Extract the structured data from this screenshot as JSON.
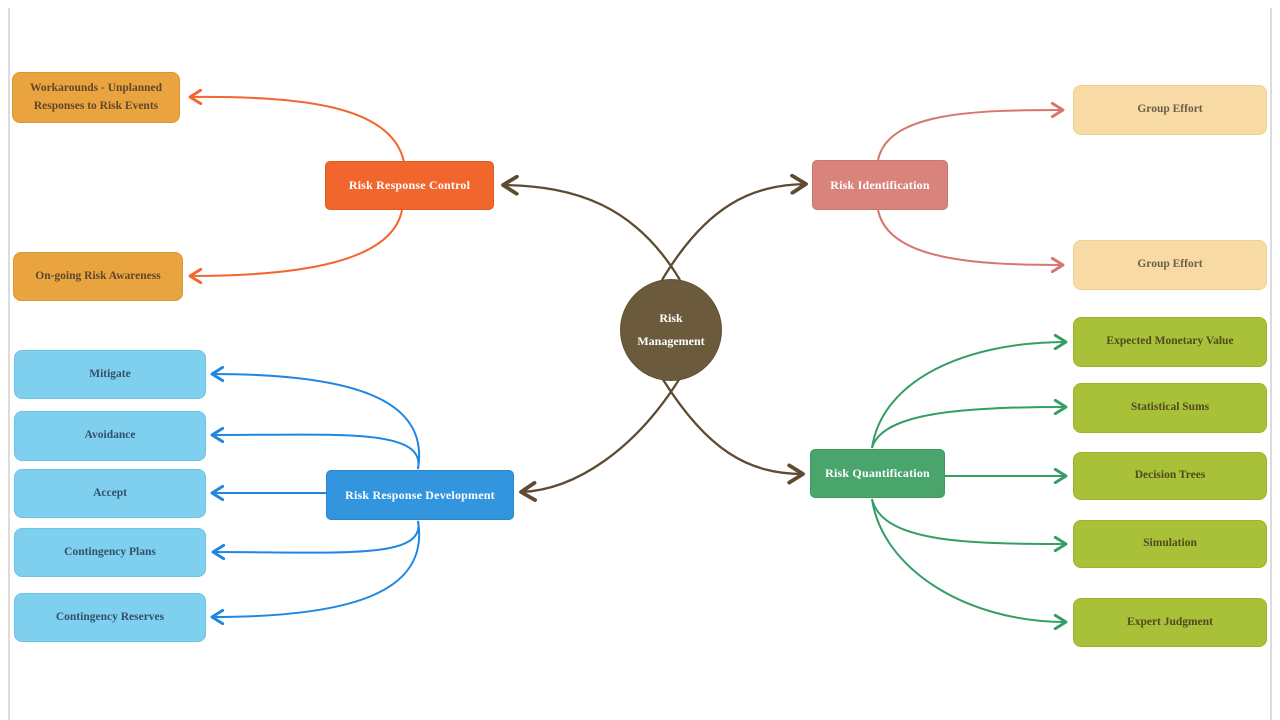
{
  "diagram": {
    "type": "mindmap",
    "center": {
      "label": "Risk Management"
    },
    "branches": [
      {
        "id": "risk-response-control",
        "label": "Risk Response Control",
        "fill": "#f0662d",
        "connector_color": "#f2672e",
        "child_fill": "#eaa43f",
        "children": [
          {
            "label": "Workarounds - Unplanned Responses to Risk Events"
          },
          {
            "label": "On-going Risk Awareness"
          }
        ]
      },
      {
        "id": "risk-identification",
        "label": "Risk Identification",
        "fill": "#d8837b",
        "connector_color": "#d7766e",
        "child_fill": "#f8dba4",
        "children": [
          {
            "label": "Group Effort"
          },
          {
            "label": "Group Effort"
          }
        ]
      },
      {
        "id": "risk-response-development",
        "label": "Risk Response Development",
        "fill": "#3295de",
        "connector_color": "#1f87e0",
        "child_fill": "#7fd0ef",
        "children": [
          {
            "label": "Mitigate"
          },
          {
            "label": "Avoidance"
          },
          {
            "label": "Accept"
          },
          {
            "label": "Contingency Plans"
          },
          {
            "label": "Contingency Reserves"
          }
        ]
      },
      {
        "id": "risk-quantification",
        "label": "Risk Quantification",
        "fill": "#4aa56d",
        "connector_color": "#359e64",
        "child_fill": "#a9c138",
        "children": [
          {
            "label": "Expected Monetary Value"
          },
          {
            "label": "Statistical Sums"
          },
          {
            "label": "Decision Trees"
          },
          {
            "label": "Simulation"
          },
          {
            "label": "Expert Judgment"
          }
        ]
      }
    ],
    "colors": {
      "center_fill": "#6b5b3c",
      "trunk_connector": "#5e4c32",
      "background": "#ffffff"
    }
  }
}
